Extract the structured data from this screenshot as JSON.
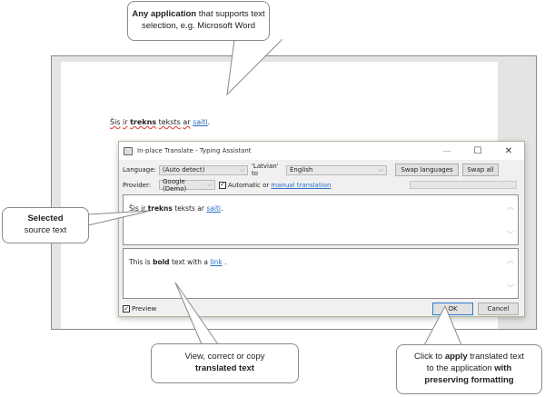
{
  "callouts": {
    "top": {
      "bold": "Any application",
      "rest": " that supports text",
      "line2": "selection, e.g. Microsoft Word"
    },
    "left": {
      "bold": "Selected",
      "line2": "source text"
    },
    "bottom_mid": {
      "line1": "View, correct or copy",
      "bold": "translated text"
    },
    "bottom_right": {
      "line1_pre": "Click to ",
      "line1_bold": "apply",
      "line1_post": " translated text",
      "line2_pre": "to the application ",
      "line2_bold": "with",
      "line3_bold": "preserving formatting"
    }
  },
  "document": {
    "w1": "Šis",
    "w2": "ir",
    "bold": "trekns",
    "w3": "teksts",
    "w4": "ar",
    "link": "saiti",
    "end": "."
  },
  "dialog": {
    "title": "In-place Translate - Typing Assistant",
    "window_buttons": {
      "minimize": "—",
      "maximize": "☐",
      "close": "✕"
    },
    "language_label": "Language:",
    "source_language": "(Auto detect)",
    "detected_label": "'Latvian' to",
    "target_language": "English",
    "swap_languages": "Swap languages",
    "swap_all": "Swap all",
    "provider_label": "Provider:",
    "provider": "Google (Demo)",
    "automatic_checked": "✓",
    "automatic_label": "Automatic or",
    "manual_link": "manual translation",
    "source_text": {
      "pre": "Šis ir ",
      "bold": "trekns",
      "mid": " teksts ar ",
      "link": "saiti",
      "end": "."
    },
    "translated_text": {
      "pre": "This is ",
      "bold": "bold",
      "mid": " text with a ",
      "link": "link",
      "end": " ."
    },
    "preview_checked": "✓",
    "preview_label": "Preview",
    "ok": "OK",
    "cancel": "Cancel"
  },
  "icons": {
    "chevron_down": "⌵",
    "scroll_up": "︿",
    "scroll_down": "﹀"
  }
}
